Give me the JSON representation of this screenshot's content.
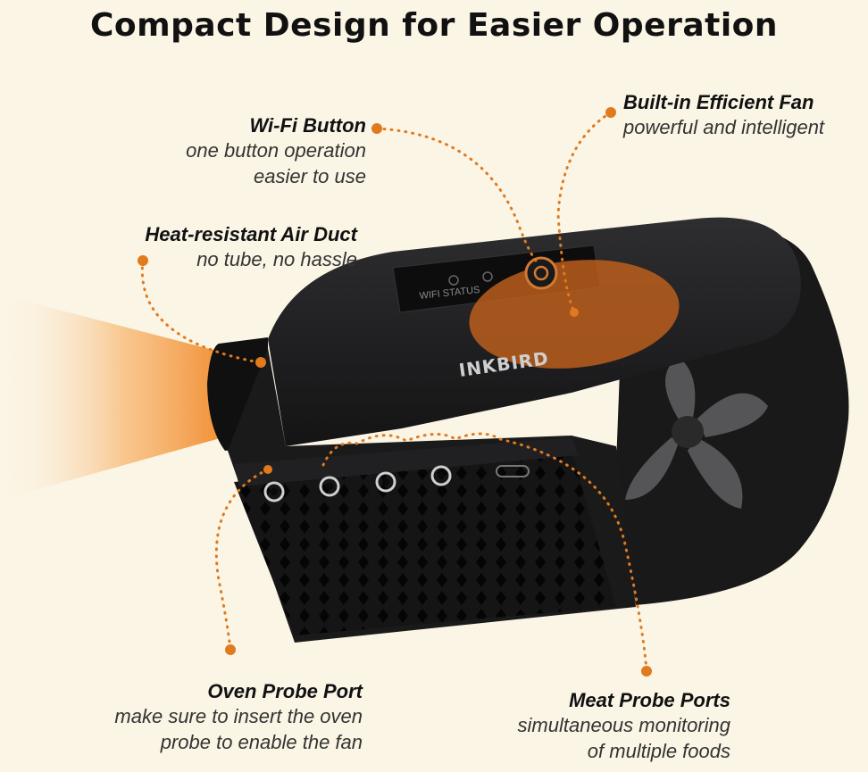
{
  "title": "Compact Design for Easier Operation",
  "brand": "INKBIRD",
  "panel_text": "WIFI STATUS",
  "callouts": {
    "wifi": {
      "heading": "Wi-Fi Button",
      "lines": [
        "one button operation",
        "easier to use"
      ]
    },
    "fan": {
      "heading": "Built-in Efficient Fan",
      "lines": [
        "powerful and intelligent"
      ]
    },
    "duct": {
      "heading": "Heat-resistant Air Duct",
      "lines": [
        "no tube, no hassle"
      ]
    },
    "oven": {
      "heading": "Oven Probe Port",
      "lines": [
        "make sure to insert the oven",
        "probe to enable the fan"
      ]
    },
    "meat": {
      "heading": "Meat Probe Ports",
      "lines": [
        "simultaneous monitoring",
        "of multiple foods"
      ]
    }
  },
  "colors": {
    "accent": "#e07a1f",
    "device": "#1c1c1e",
    "background": "#fbf5e6"
  }
}
